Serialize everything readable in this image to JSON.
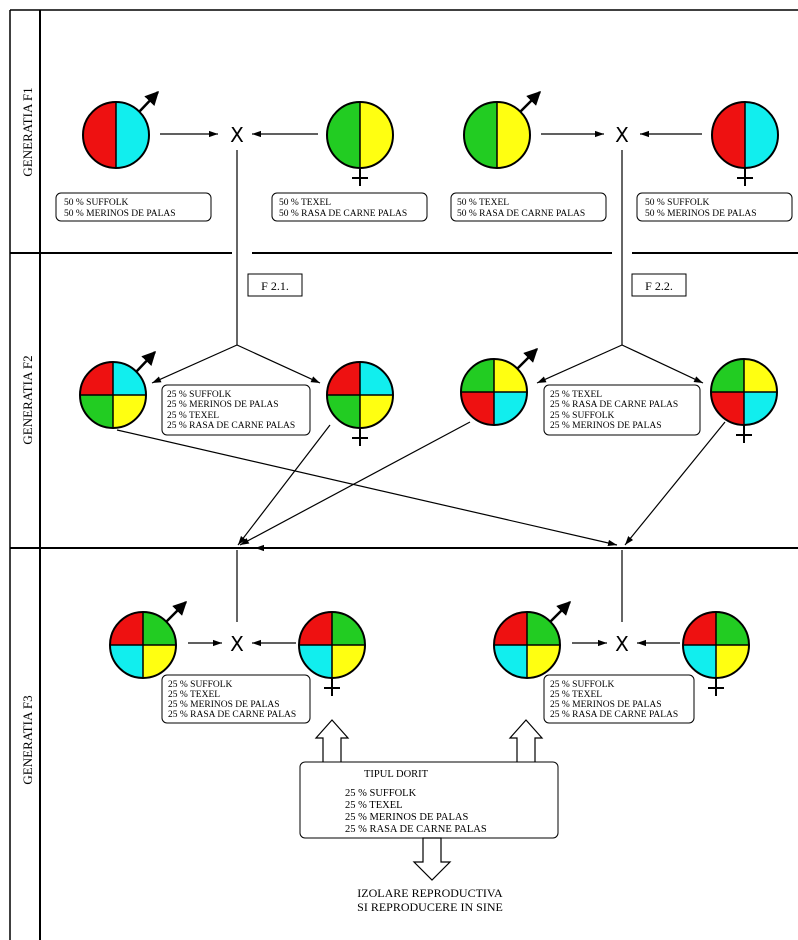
{
  "colors": {
    "suffolk": "#ee1111",
    "merinos": "#11eeee",
    "texel": "#22cc22",
    "rasa": "#ffff11"
  },
  "generations": [
    "GENERATIA F1",
    "GENERATIA F2",
    "GENERATIA F3"
  ],
  "cross_symbol": "X",
  "f2_labels": [
    "F 2.1.",
    "F 2.2."
  ],
  "f1_boxes": [
    [
      "50 % SUFFOLK",
      "50 % MERINOS DE PALAS"
    ],
    [
      "50 % TEXEL",
      "50 % RASA DE CARNE PALAS"
    ],
    [
      "50 % TEXEL",
      "50 % RASA DE CARNE PALAS"
    ],
    [
      "50 % SUFFOLK",
      "50 % MERINOS DE PALAS"
    ]
  ],
  "f2_boxes": [
    [
      "25 % SUFFOLK",
      "25 % MERINOS DE PALAS",
      "25 % TEXEL",
      "25 % RASA DE CARNE PALAS"
    ],
    [
      "25 % TEXEL",
      "25 % RASA DE CARNE PALAS",
      "25 % SUFFOLK",
      "25 % MERINOS DE PALAS"
    ]
  ],
  "f3_boxes": [
    [
      "25 % SUFFOLK",
      "25 % TEXEL",
      "25 % MERINOS DE PALAS",
      "25 % RASA DE CARNE PALAS"
    ],
    [
      "25 % SUFFOLK",
      "25 % TEXEL",
      "25 % MERINOS DE PALAS",
      "25 % RASA DE CARNE PALAS"
    ]
  ],
  "result": {
    "title": "TIPUL DORIT",
    "lines": [
      "25 % SUFFOLK",
      "25 % TEXEL",
      "25 % MERINOS DE PALAS",
      "25 % RASA DE CARNE PALAS"
    ]
  },
  "footer": [
    "IZOLARE REPRODUCTIVA",
    "SI REPRODUCERE IN SINE"
  ]
}
